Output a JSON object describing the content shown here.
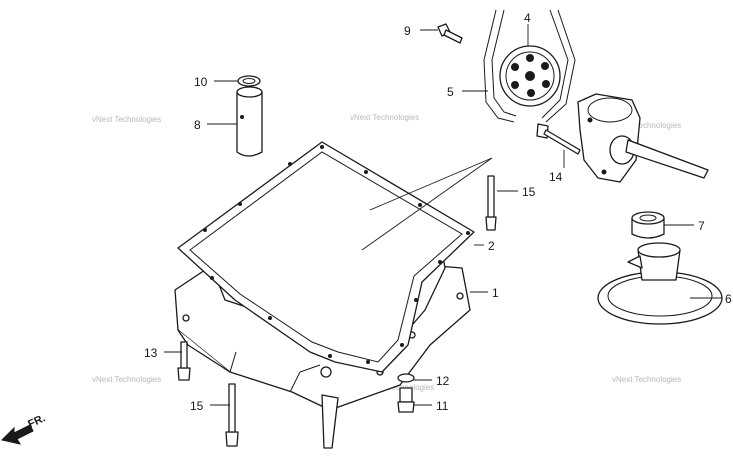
{
  "callouts": [
    {
      "id": "c1",
      "text": "1"
    },
    {
      "id": "c2",
      "text": "2"
    },
    {
      "id": "c4",
      "text": "4"
    },
    {
      "id": "c5",
      "text": "5"
    },
    {
      "id": "c6",
      "text": "6"
    },
    {
      "id": "c7",
      "text": "7"
    },
    {
      "id": "c8",
      "text": "8"
    },
    {
      "id": "c9",
      "text": "9"
    },
    {
      "id": "c10",
      "text": "10"
    },
    {
      "id": "c11",
      "text": "11"
    },
    {
      "id": "c12",
      "text": "12"
    },
    {
      "id": "c13",
      "text": "13"
    },
    {
      "id": "c14",
      "text": "14"
    },
    {
      "id": "c15a",
      "text": "15"
    },
    {
      "id": "c15b",
      "text": "15"
    }
  ],
  "watermark": "vNext Technologies",
  "direction_label": "FR."
}
